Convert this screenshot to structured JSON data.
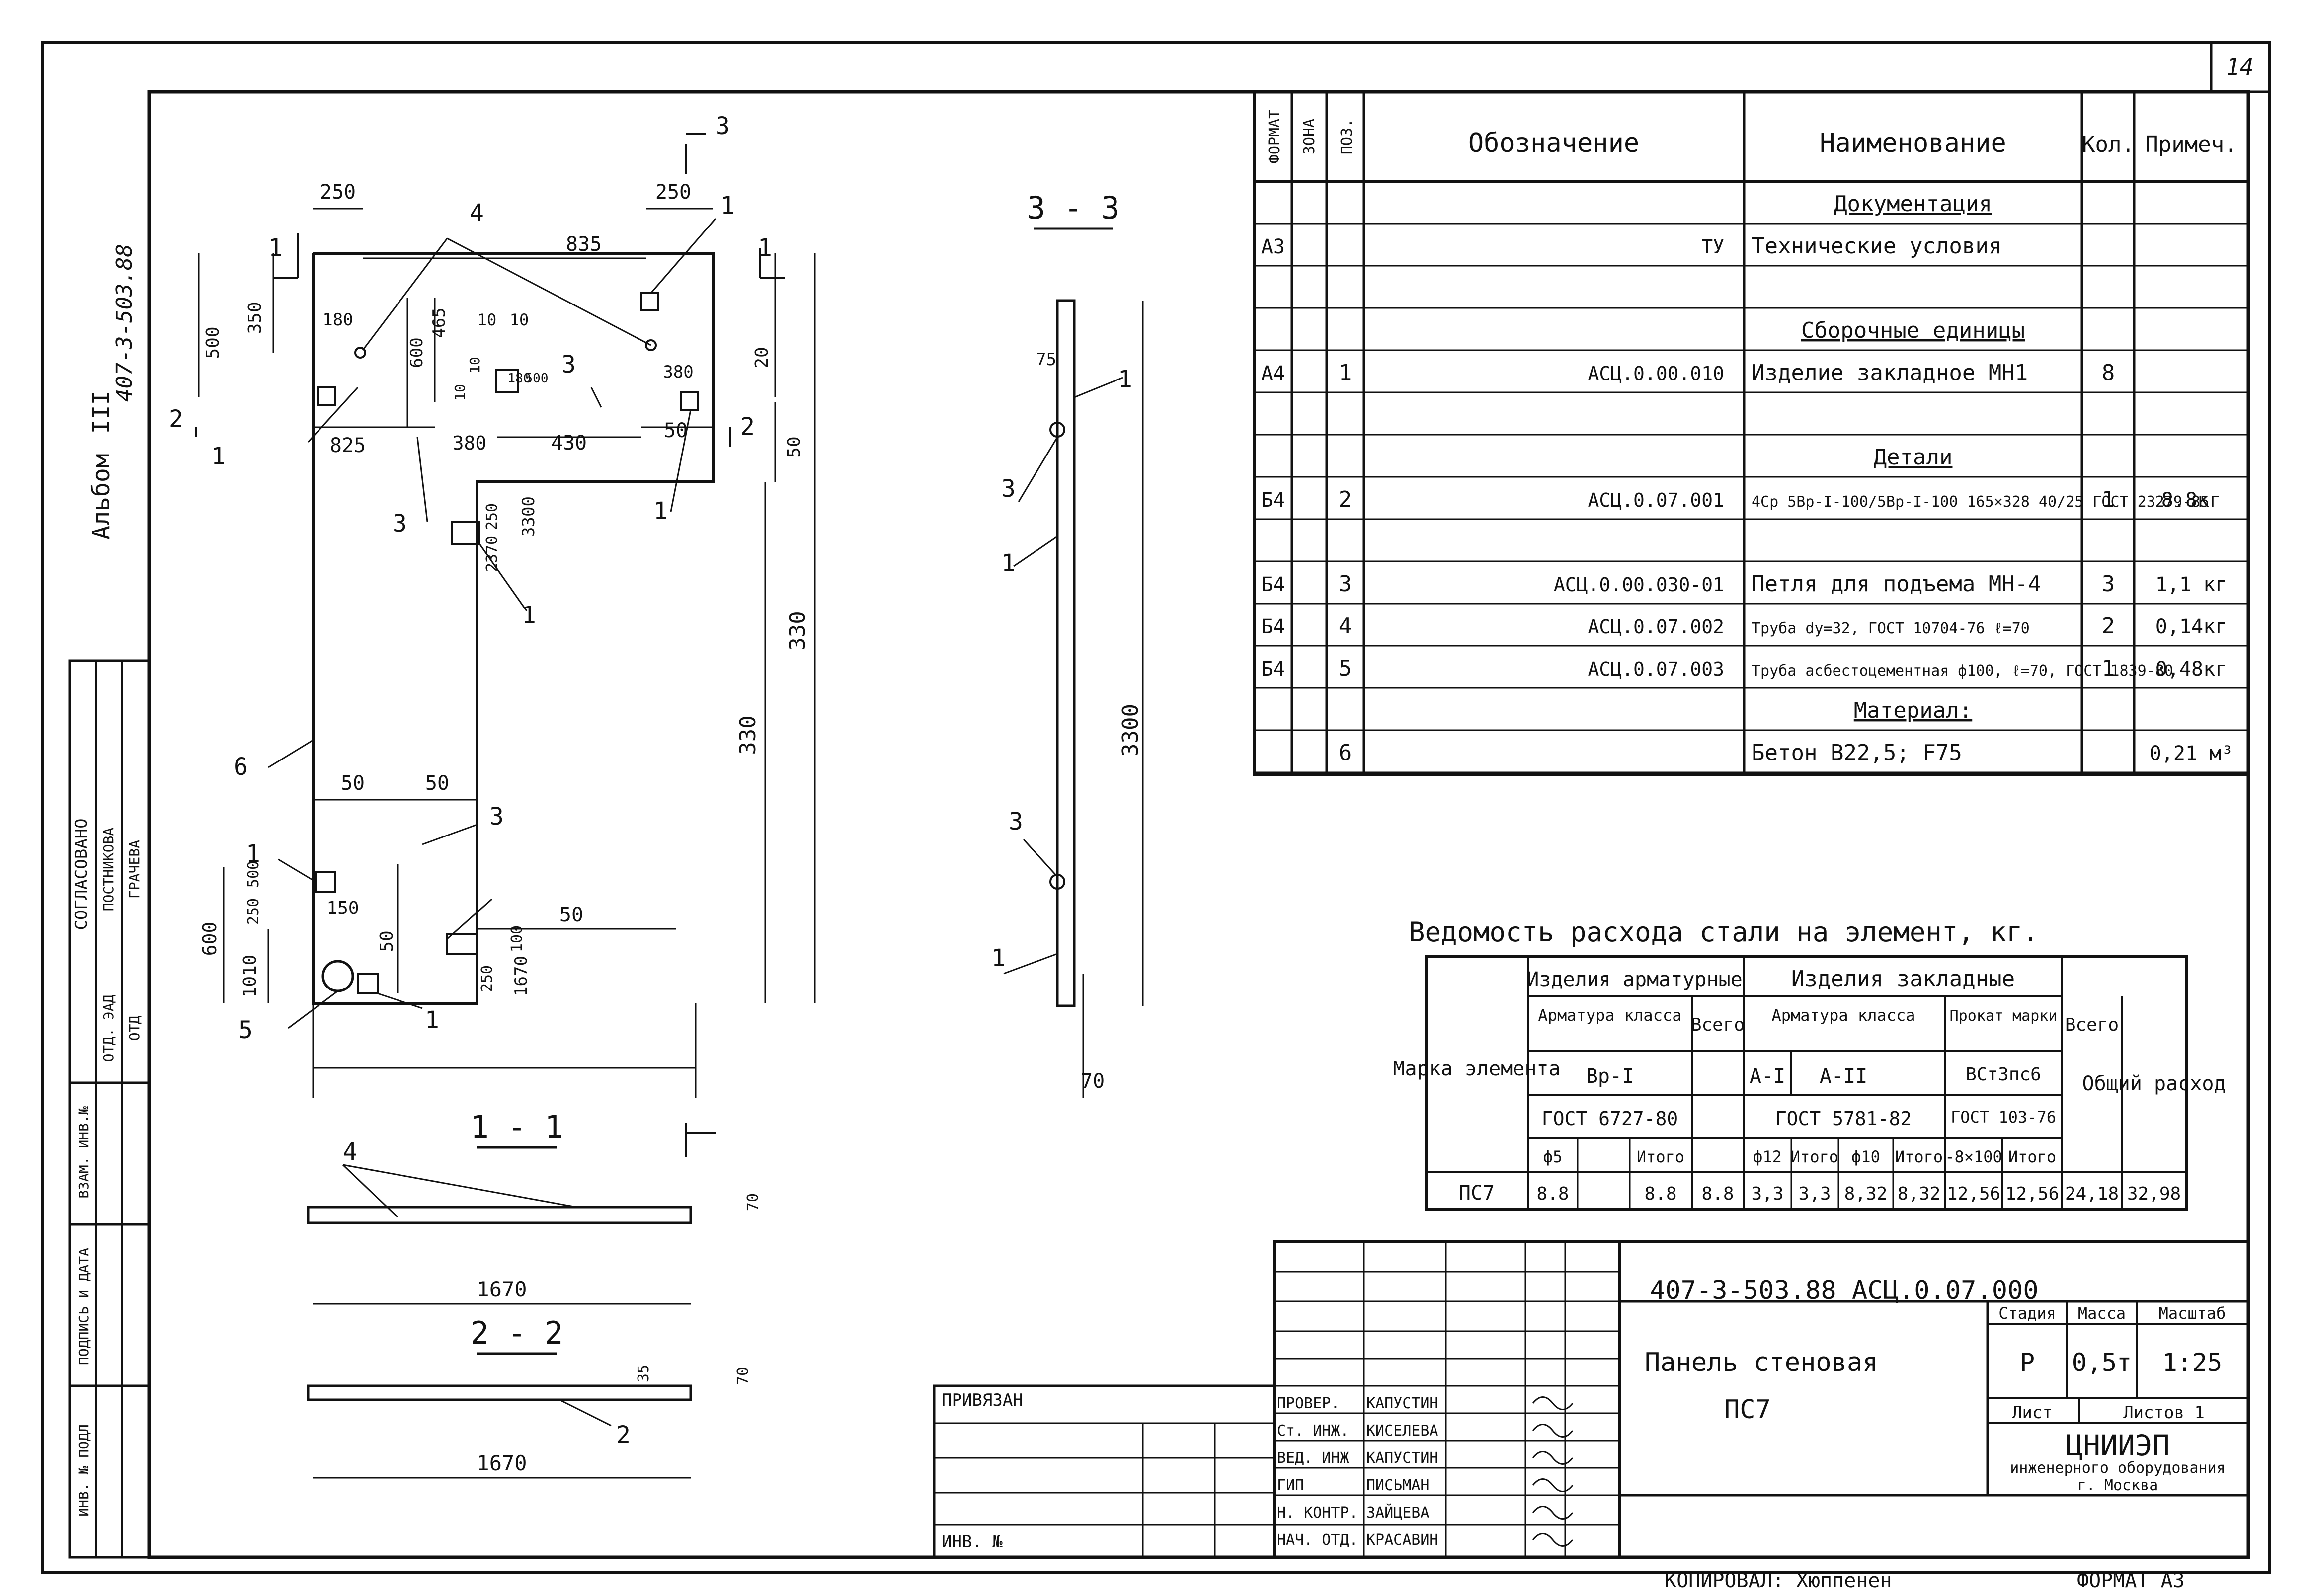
{
  "sheet": {
    "page_number": "14",
    "album_code": "407-3-503.88",
    "album_label": "Альбом",
    "album_roman": "III",
    "copied_by": "КОПИРОВАЛ: Хюппенен",
    "format": "ФОРМАТ А3"
  },
  "left_strip": {
    "agreed": "СОГЛАСОВАНО",
    "rows": [
      "ОТД. ЭАД",
      "ПОСТНИКОВА",
      "ГРАЧЕВА"
    ],
    "dept": "ОТД",
    "columns": [
      "ИНВ. № ПОДЛ",
      "ПОДПИСЬ И ДАТА",
      "ВЗАМ. ИНВ.№"
    ]
  },
  "drawing": {
    "main_dims": [
      "250",
      "250",
      "835",
      "350",
      "500",
      "180",
      "465",
      "600",
      "10",
      "10",
      "10",
      "10",
      "180",
      "500",
      "380",
      "20",
      "825",
      "380",
      "430",
      "50",
      "50",
      "250",
      "2370",
      "3300",
      "330",
      "330",
      "50",
      "50",
      "250",
      "500",
      "150",
      "600",
      "1010",
      "50",
      "50",
      "250",
      "100",
      "1670"
    ],
    "callouts": [
      "1",
      "1",
      "1",
      "1",
      "1",
      "1",
      "1",
      "1",
      "2",
      "2",
      "3",
      "3",
      "3",
      "3",
      "4",
      "5",
      "6"
    ],
    "section_1_1": "1 - 1",
    "section_2_2": "2 - 2",
    "section_3_3": "3 - 3",
    "sec1_dims": [
      "70",
      "1670"
    ],
    "sec2_dims": [
      "35",
      "70",
      "1670"
    ],
    "sec3_dims": [
      "75",
      "3300",
      "70"
    ],
    "sec_callouts": [
      "4",
      "2",
      "1",
      "3",
      "1",
      "3",
      "1"
    ]
  },
  "spec": {
    "headers": [
      "ФОРМАТ",
      "ЗОНА",
      "ПОЗ.",
      "Обозначение",
      "Наименование",
      "Кол.",
      "Примеч."
    ],
    "rows": [
      {
        "fmt": "",
        "pos": "",
        "code": "",
        "name": "Документация",
        "qty": "",
        "note": "",
        "section": true
      },
      {
        "fmt": "А3",
        "pos": "",
        "code": "ТУ",
        "name": "Технические условия",
        "qty": "",
        "note": ""
      },
      {
        "fmt": "",
        "pos": "",
        "code": "",
        "name": "",
        "qty": "",
        "note": ""
      },
      {
        "fmt": "",
        "pos": "",
        "code": "",
        "name": "Сборочные единицы",
        "qty": "",
        "note": "",
        "section": true
      },
      {
        "fmt": "А4",
        "pos": "1",
        "code": "АСЦ.0.00.010",
        "name": "Изделие закладное МН1",
        "qty": "8",
        "note": ""
      },
      {
        "fmt": "",
        "pos": "",
        "code": "",
        "name": "",
        "qty": "",
        "note": ""
      },
      {
        "fmt": "",
        "pos": "",
        "code": "",
        "name": "Детали",
        "qty": "",
        "note": "",
        "section": true
      },
      {
        "fmt": "Б4",
        "pos": "2",
        "code": "АСЦ.0.07.001",
        "name": "4Ср 5Вр-I-100/5Вр-I-100 165×328 40/25 ГОСТ 23279-85",
        "qty": "1",
        "note": "8.8кг"
      },
      {
        "fmt": "",
        "pos": "",
        "code": "",
        "name": "",
        "qty": "",
        "note": ""
      },
      {
        "fmt": "Б4",
        "pos": "3",
        "code": "АСЦ.0.00.030-01",
        "name": "Петля для подъема МН-4",
        "qty": "3",
        "note": "1,1 кг"
      },
      {
        "fmt": "Б4",
        "pos": "4",
        "code": "АСЦ.0.07.002",
        "name": "Труба dу=32, ГОСТ 10704-76 ℓ=70",
        "qty": "2",
        "note": "0,14кг"
      },
      {
        "fmt": "Б4",
        "pos": "5",
        "code": "АСЦ.0.07.003",
        "name": "Труба асбестоцементная ф100, ℓ=70, ГОСТ 1839-80",
        "qty": "1",
        "note": "0,48кг"
      },
      {
        "fmt": "",
        "pos": "",
        "code": "",
        "name": "Материал:",
        "qty": "",
        "note": "",
        "section": true
      },
      {
        "fmt": "",
        "pos": "6",
        "code": "",
        "name": "Бетон В22,5; F75",
        "qty": "",
        "note": "0,21 м³"
      }
    ]
  },
  "steel": {
    "title": "Ведомость расхода стали на элемент, кг.",
    "mark_header": "Марка элемента",
    "group1": "Изделия арматурные",
    "group2": "Изделия закладные",
    "arm_class": "Арматура класса",
    "rolled": "Прокат марки",
    "total": "Всего",
    "overall": "Общий расход",
    "vr1": "Вр-I",
    "a1": "А-I",
    "a2": "А-II",
    "vst": "ВСт3пс6",
    "gost1": "ГОСТ 6727-80",
    "gost2": "ГОСТ 5781-82",
    "gost3": "ГОСТ 103-76",
    "sub": [
      "ф5",
      "",
      "Итого",
      "ф12",
      "Итого",
      "ф10",
      "Итого",
      "-8×100",
      "Итого"
    ],
    "row": {
      "mark": "ПС7",
      "values": [
        "8.8",
        "",
        "8.8",
        "8.8",
        "3,3",
        "3,3",
        "8,32",
        "8,32",
        "12,56",
        "12,56",
        "24,18",
        "32,98"
      ]
    }
  },
  "title_block": {
    "code": "407-3-503.88   АСЦ.0.07.000",
    "name": "Панель стеновая",
    "mark": "ПС7",
    "stage_h": "Стадия",
    "mass_h": "Масса",
    "scale_h": "Масштаб",
    "stage": "Р",
    "mass": "0,5т",
    "scale": "1:25",
    "sheet_h": "Лист",
    "sheets_h": "Листов 1",
    "org": "ЦНИИЭП",
    "org2": "инженерного оборудования",
    "city": "г. Москва",
    "privyazan": "ПРИВЯЗАН",
    "inv": "ИНВ. №",
    "roles": [
      "ПРОВЕР.",
      "Ст. ИНЖ.",
      "ВЕД. ИНЖ",
      "ГИП",
      "Н. КОНТР.",
      "НАЧ. ОТД."
    ],
    "names": [
      "КАПУСТИН",
      "КИСЕЛЕВА",
      "КАПУСТИН",
      "ПИСЬМАН",
      "ЗАЙЦЕВА",
      "КРАСАВИН"
    ]
  }
}
